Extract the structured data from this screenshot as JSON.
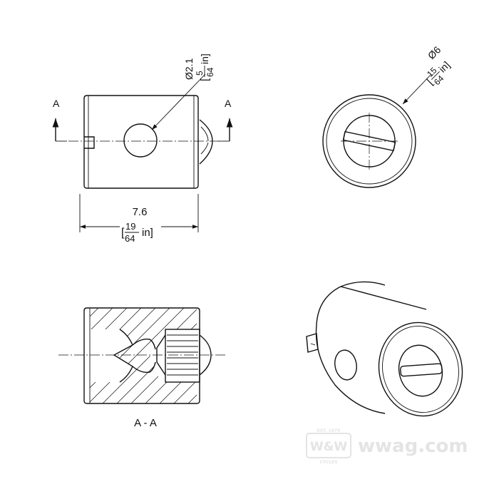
{
  "front_view": {
    "hole_dim_symbol": "Ø2.1",
    "hole_dim_paren_open": "[",
    "hole_dim_num": "5",
    "hole_dim_den": "64",
    "hole_dim_unit": "in]",
    "width_dim": "7.6",
    "width_dim_paren_open": "[",
    "width_dim_num": "19",
    "width_dim_den": "64",
    "width_dim_unit": "in]",
    "section_marker_left": "A",
    "section_marker_right": "A"
  },
  "side_view": {
    "dia_symbol": "Ø6",
    "dia_paren_open": "[",
    "dia_num": "15",
    "dia_den": "64",
    "dia_unit": "in]"
  },
  "section_view": {
    "label": "A - A"
  },
  "watermark": {
    "badge_text": "W&W",
    "badge_top": "EST. 1979",
    "badge_bottom": "CYCLES",
    "site": "wwag.com"
  }
}
